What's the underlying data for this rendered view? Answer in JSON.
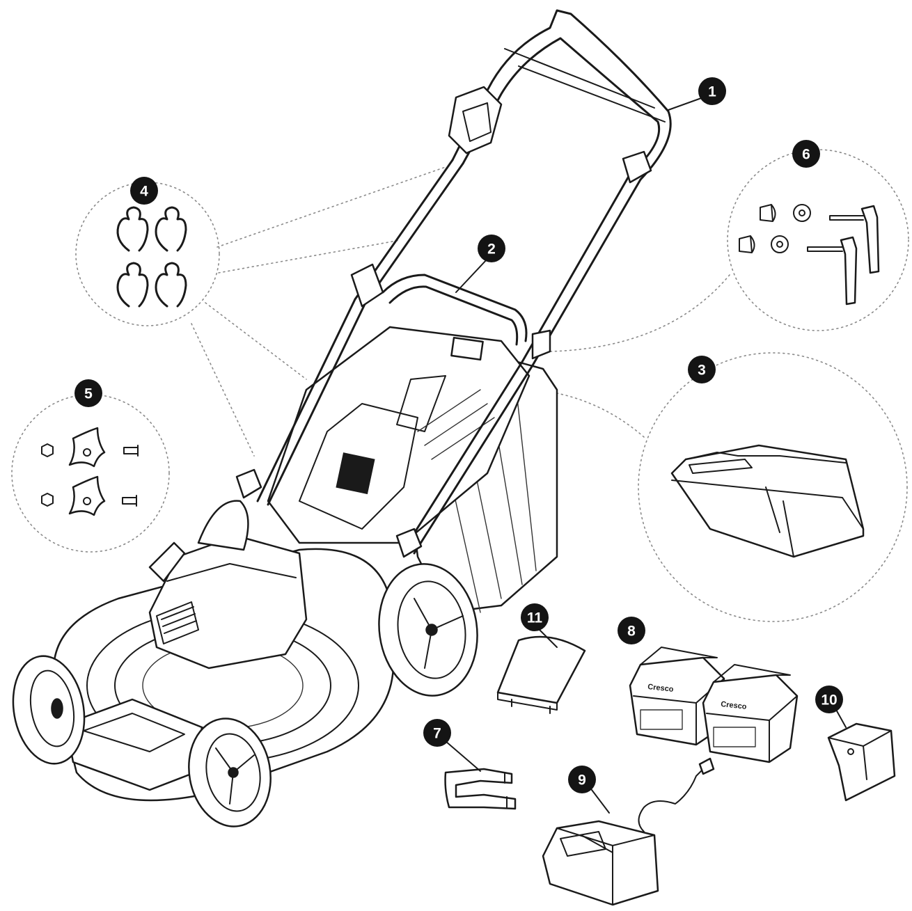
{
  "callouts": {
    "c1": "1",
    "c2": "2",
    "c3": "3",
    "c4": "4",
    "c5": "5",
    "c6": "6",
    "c7": "7",
    "c8": "8",
    "c9": "9",
    "c10": "10",
    "c11": "11"
  },
  "battery_brand": "Cresco",
  "colors": {
    "line": "#1a1a1a",
    "badge": "#141414",
    "dotted_circle": "#8a8a8a"
  }
}
